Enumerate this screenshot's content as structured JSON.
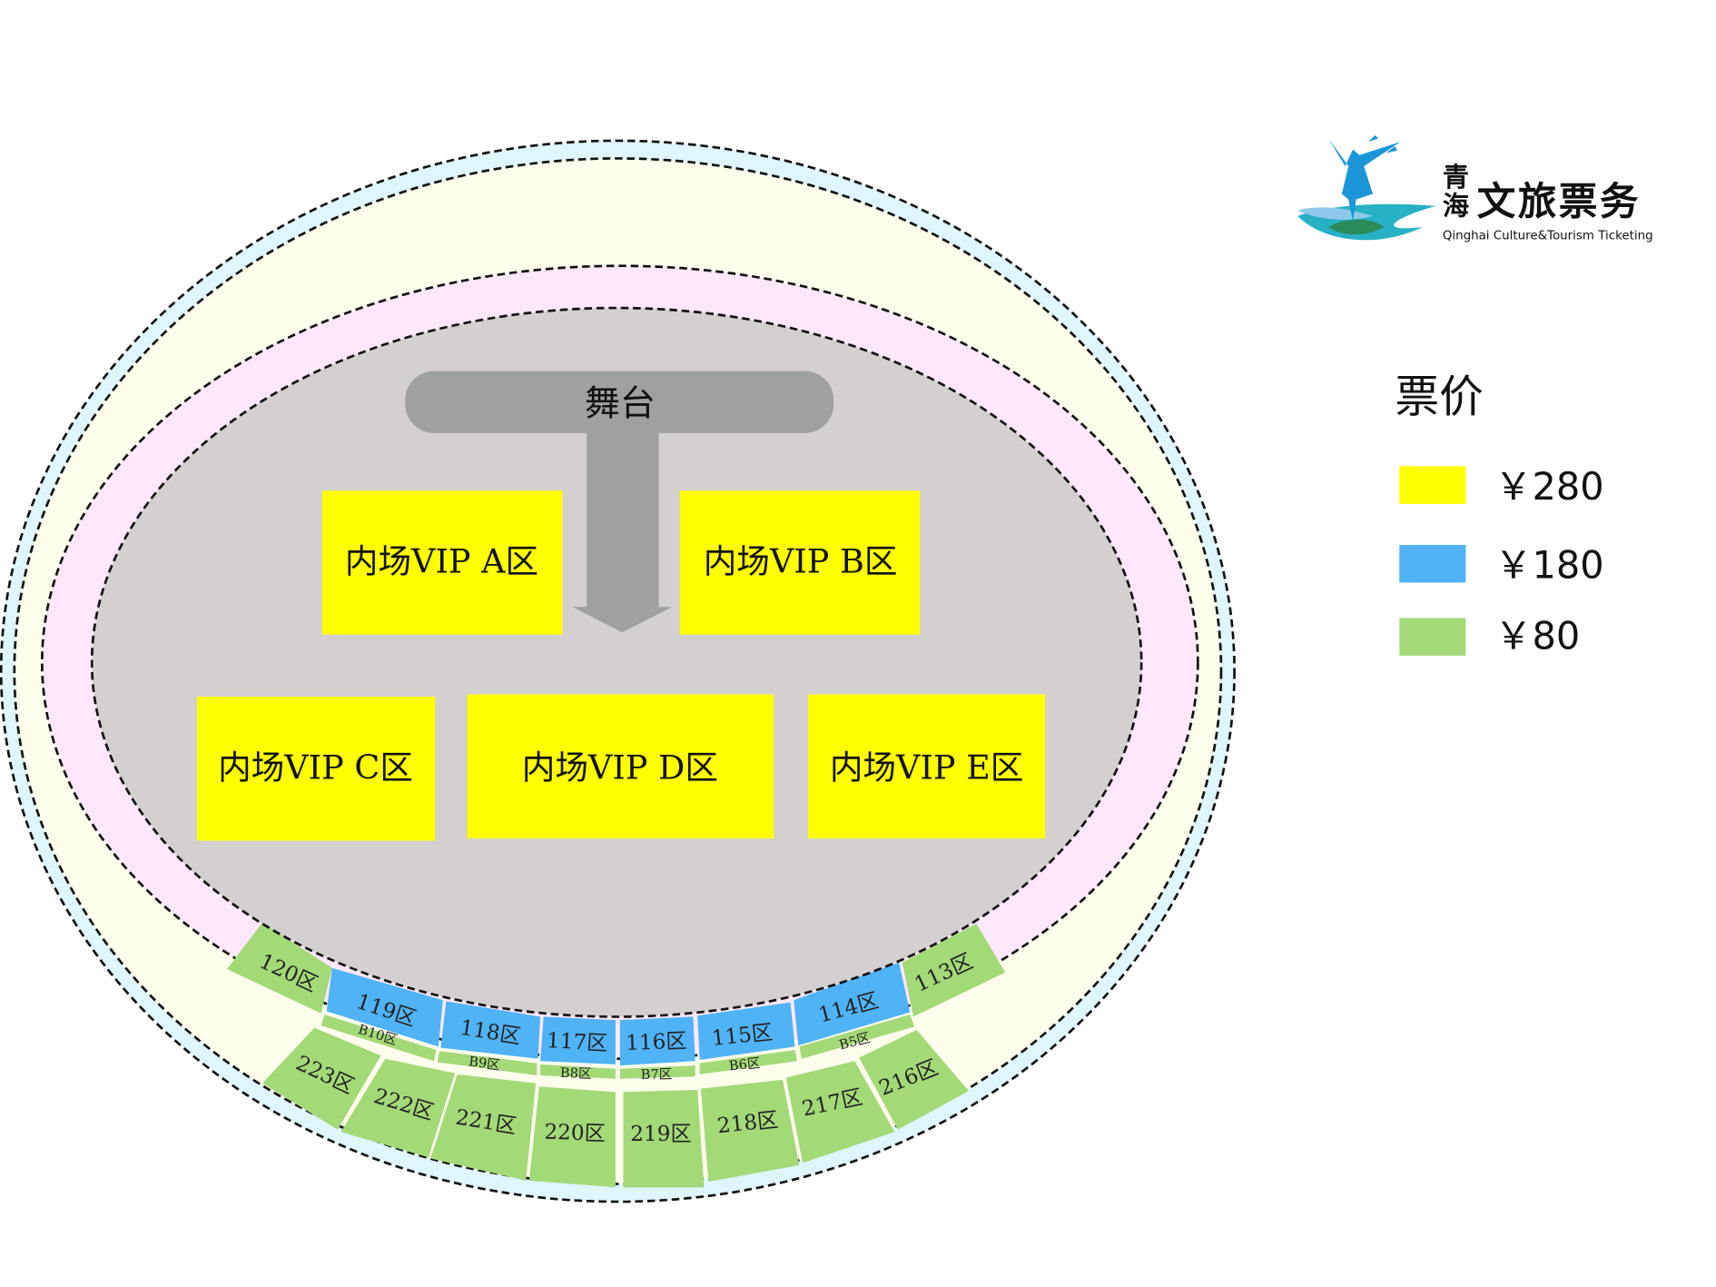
{
  "colors": {
    "vip": "#ffff00",
    "mid": "#4fb3f6",
    "low": "#a3d977",
    "stage": "#a0a0a0",
    "floor": "#d4d0cf",
    "ring_pink": "#fde8fb",
    "ring_yellow": "#fefeed",
    "ring_blue": "#dff6fc"
  },
  "logo": {
    "cn_small_1": "青",
    "cn_small_2": "海",
    "cn_big": "文旅票务",
    "en": "Qinghai Culture&Tourism Ticketing"
  },
  "stage": {
    "label": "舞台"
  },
  "vip": {
    "a": "内场VIP A区",
    "b": "内场VIP B区",
    "c": "内场VIP C区",
    "d": "内场VIP D区",
    "e": "内场VIP E区"
  },
  "sections_100": {
    "s120": "120区",
    "s119": "119区",
    "s118": "118区",
    "s117": "117区",
    "s116": "116区",
    "s115": "115区",
    "s114": "114区",
    "s113": "113区"
  },
  "sections_b": {
    "b10": "B10区",
    "b9": "B9区",
    "b8": "B8区",
    "b7": "B7区",
    "b6": "B6区",
    "b5": "B5区"
  },
  "sections_200": {
    "s223": "223区",
    "s222": "222区",
    "s221": "221区",
    "s220": "220区",
    "s219": "219区",
    "s218": "218区",
    "s217": "217区",
    "s216": "216区"
  },
  "legend": {
    "title": "票价",
    "items": [
      {
        "label": "￥280",
        "color": "#ffff00"
      },
      {
        "label": "￥180",
        "color": "#4fb3f6"
      },
      {
        "label": "￥80",
        "color": "#a3d977"
      }
    ]
  }
}
